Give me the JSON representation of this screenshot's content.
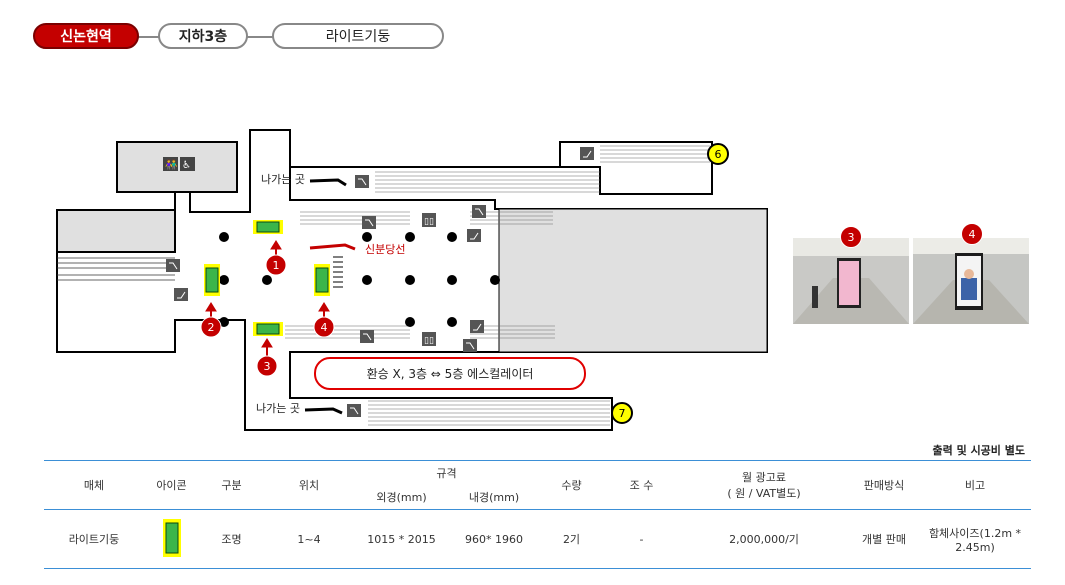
{
  "breadcrumb": {
    "station": "신논현역",
    "floor": "지하3층",
    "media": "라이트기둥"
  },
  "map": {
    "exit_label_top": "나가는 곳",
    "exit_label_bottom": "나가는 곳",
    "line_label": "신분당선",
    "transfer_note": "환승 X, 3층 ⇔ 5층 에스컬레이터",
    "exit_numbers": [
      "6",
      "7"
    ],
    "location_markers": [
      "1",
      "2",
      "3",
      "4"
    ],
    "colors": {
      "accent": "#c40000",
      "exit_badge": "#ffff00",
      "ad_panel": "#c8f000"
    }
  },
  "photos": [
    {
      "badge": "3"
    },
    {
      "badge": "4"
    }
  ],
  "table": {
    "note": "출력 및 시공비 별도",
    "headers": {
      "media": "매체",
      "icon": "아이콘",
      "category": "구분",
      "location": "위치",
      "spec": "규격",
      "outer": "외경(mm)",
      "inner": "내경(mm)",
      "qty": "수량",
      "cond": "조 수",
      "price_line1": "월 광고료",
      "price_line2": "( 원 / VAT별도)",
      "sales": "판매방식",
      "remark": "비고"
    },
    "row": {
      "media": "라이트기둥",
      "category": "조명",
      "location": "1~4",
      "outer": "1015 * 2015",
      "inner": "960* 1960",
      "qty": "2기",
      "cond": "-",
      "price": "2,000,000/기",
      "sales": "개별 판매",
      "remark": "함체사이즈(1.2m * 2.45m)"
    }
  }
}
